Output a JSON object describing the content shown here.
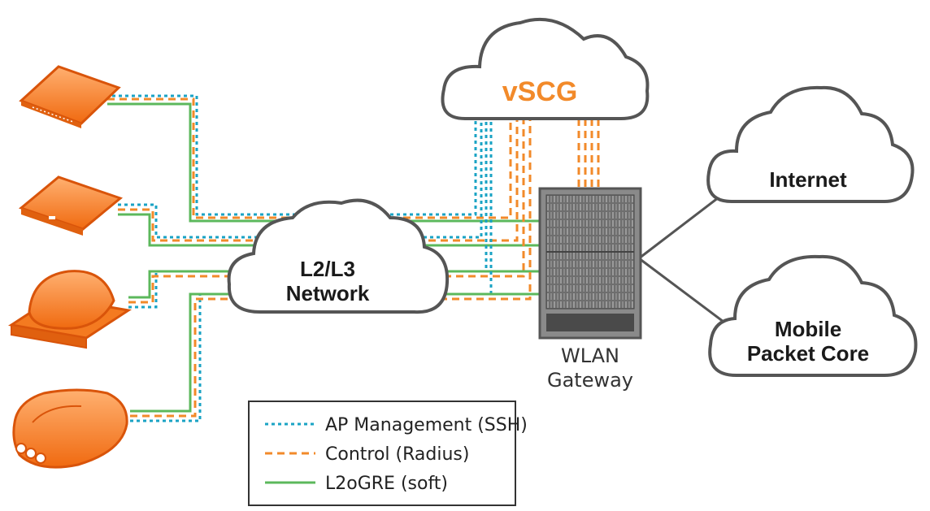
{
  "nodes": {
    "vscg": "vSCG",
    "l2l3_line1": "L2/L3",
    "l2l3_line2": "Network",
    "internet": "Internet",
    "mobile_line1": "Mobile",
    "mobile_line2": "Packet Core",
    "gateway_line1": "WLAN",
    "gateway_line2": "Gateway"
  },
  "access_points": [
    {
      "icon": "access-point-flat-icon"
    },
    {
      "icon": "access-point-small-icon"
    },
    {
      "icon": "access-point-dome-icon"
    },
    {
      "icon": "access-point-outdoor-icon"
    }
  ],
  "legend": {
    "items": [
      {
        "label": "AP Management (SSH)",
        "style": "dotted",
        "color": "#1aa3c4"
      },
      {
        "label": "Control (Radius)",
        "style": "dashed",
        "color": "#f28a2a"
      },
      {
        "label": "L2oGRE (soft)",
        "style": "solid",
        "color": "#5cb85c"
      }
    ]
  },
  "colors": {
    "ssh": "#1aa3c4",
    "radius": "#f28a2a",
    "gre": "#5cb85c",
    "accent_orange": "#f28a2a",
    "cloud_stroke": "#555555"
  }
}
